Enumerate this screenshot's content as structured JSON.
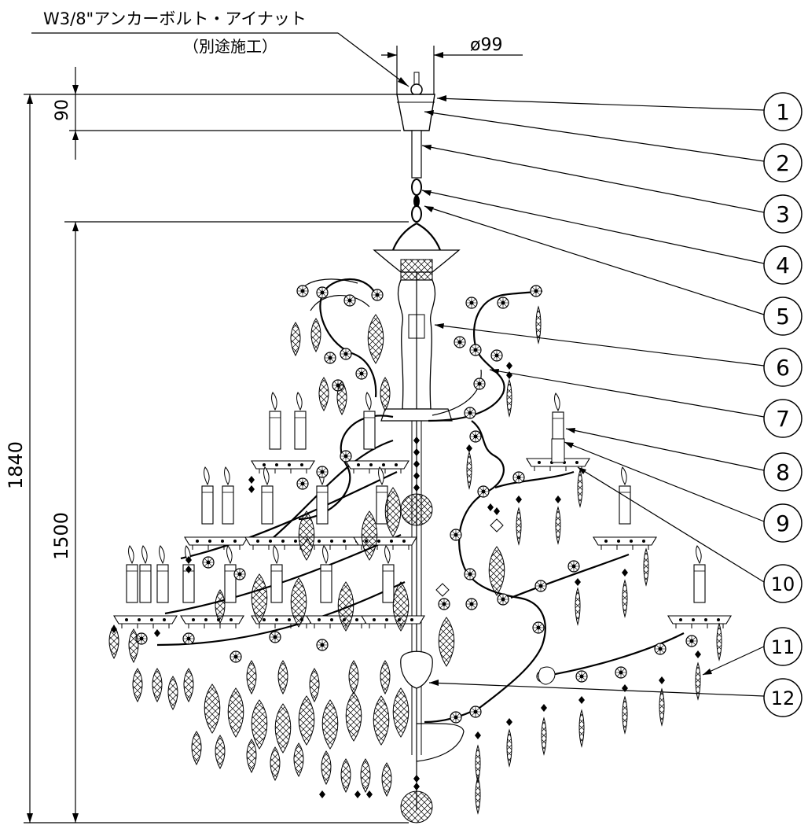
{
  "note": {
    "line1": "W3/8\"アンカーボルト・アイナット",
    "line2": "（別途施工）"
  },
  "dimensions": {
    "diameter": "ø99",
    "canopy_height": "90",
    "total_height": "1840",
    "body_height": "1500"
  },
  "callouts": [
    "1",
    "2",
    "3",
    "4",
    "5",
    "6",
    "7",
    "8",
    "9",
    "10",
    "11",
    "12"
  ]
}
